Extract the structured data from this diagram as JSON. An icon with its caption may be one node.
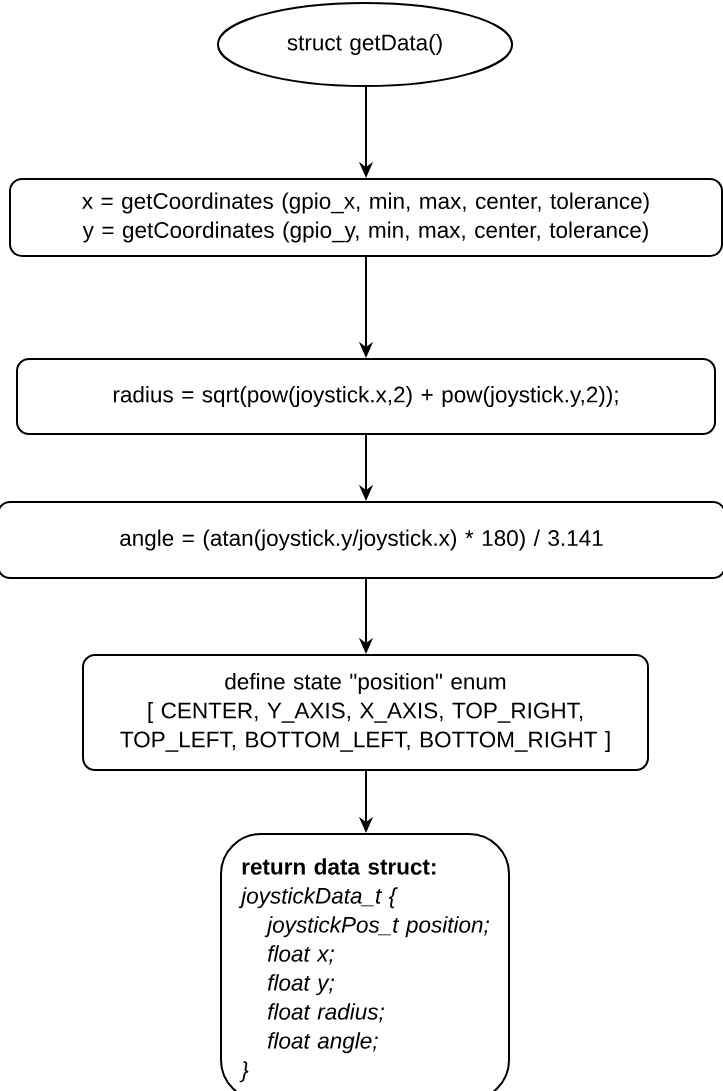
{
  "diagram": {
    "nodes": [
      {
        "text": [
          "struct getData()"
        ]
      },
      {
        "text": [
          "x = getCoordinates (gpio_x, min, max, center, tolerance)",
          "y = getCoordinates (gpio_y, min, max, center, tolerance)"
        ]
      },
      {
        "text": [
          "radius = sqrt(pow(joystick.x,2) + pow(joystick.y,2));"
        ]
      },
      {
        "text": [
          "angle = (atan(joystick.y/joystick.x) * 180) / 3.141"
        ]
      },
      {
        "text": [
          "define state \"position\"  enum",
          "[ CENTER, Y_AXIS, X_AXIS, TOP_RIGHT, TOP_LEFT, BOTTOM_LEFT, BOTTOM_RIGHT ]"
        ]
      },
      {
        "text": [
          "return data struct:",
          "joystickData_t {",
          "joystickPos_t position;",
          "float x;",
          "float y;",
          "float radius;",
          "float angle;",
          "}"
        ]
      }
    ],
    "edges": [
      {
        "from": 0,
        "to": 1,
        "arrow": "to"
      },
      {
        "from": 1,
        "to": 2,
        "arrow": "to"
      },
      {
        "from": 2,
        "to": 3,
        "arrow": "to"
      },
      {
        "from": 3,
        "to": 4,
        "arrow": "to"
      },
      {
        "from": 4,
        "to": 5,
        "arrow": "to"
      }
    ]
  }
}
